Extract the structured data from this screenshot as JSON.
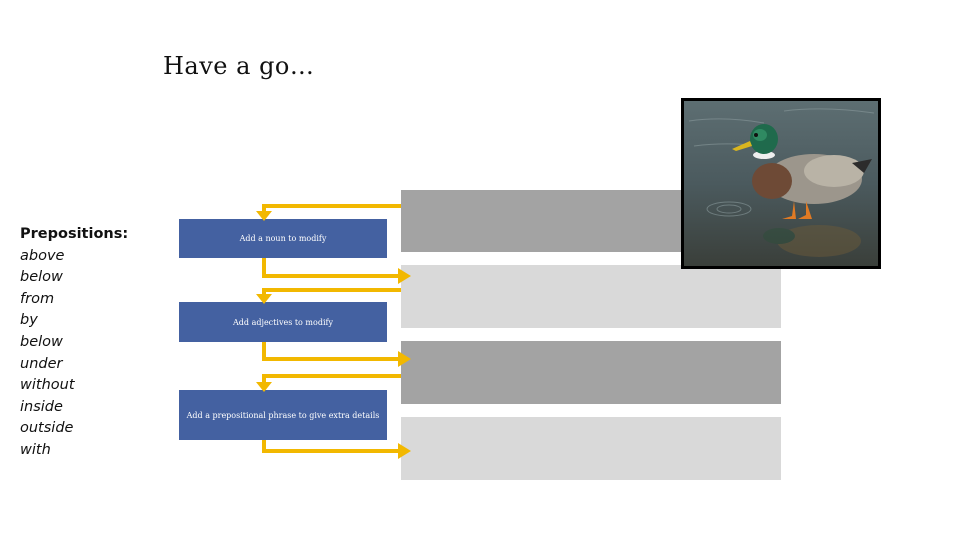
{
  "title": "Have a go…",
  "prepositions": {
    "heading": "Prepositions:",
    "items": [
      "above",
      "below",
      "from",
      "by",
      "below",
      "under",
      "without",
      "inside",
      "outside",
      "with"
    ]
  },
  "steps": [
    {
      "label": "Add a noun to modify"
    },
    {
      "label": "Add adjectives to modify"
    },
    {
      "label": "Add a prepositional phrase to give extra details"
    }
  ],
  "colors": {
    "step_box": "#4461a1",
    "arrow": "#f2b800",
    "panel_dark": "#a3a3a3",
    "panel_light": "#d9d9d9"
  },
  "image": {
    "subject": "mallard-duck-photo"
  }
}
